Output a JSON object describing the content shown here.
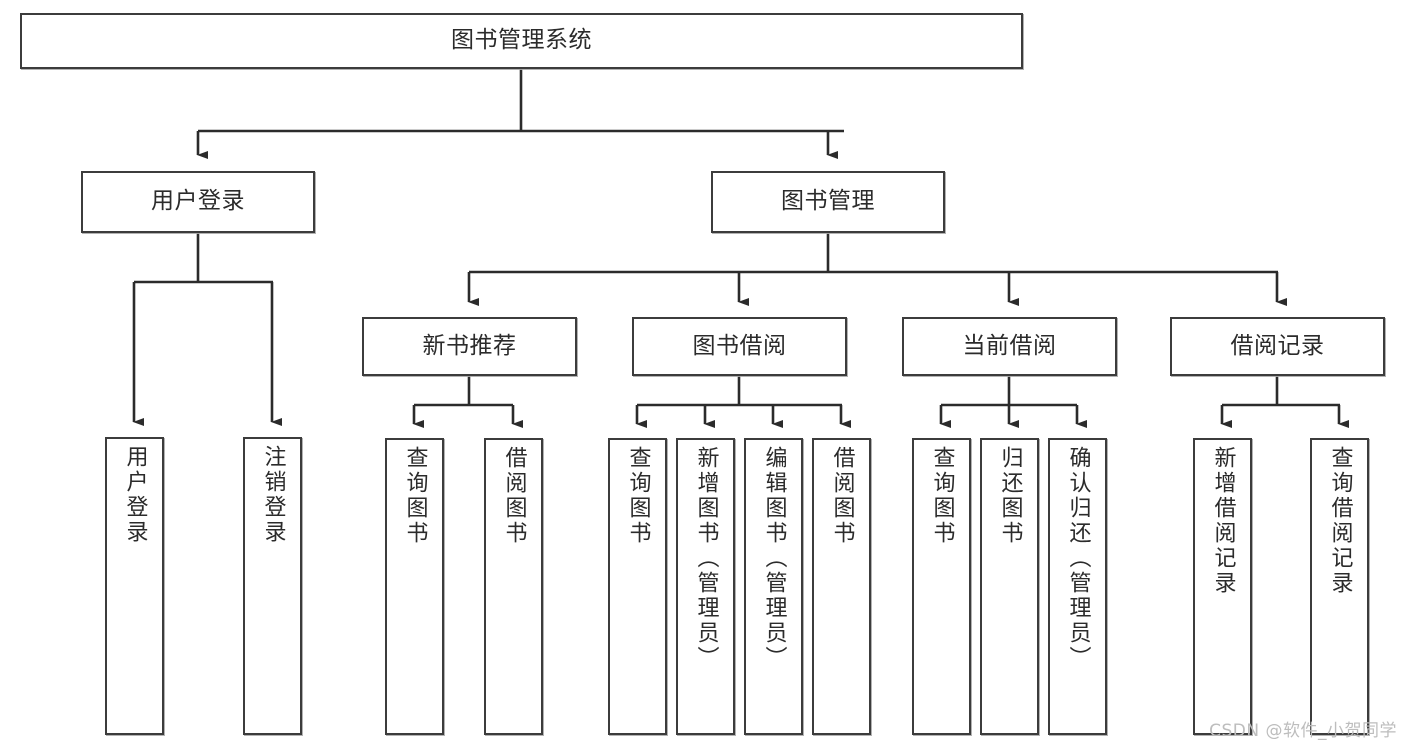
{
  "diagram": {
    "title": "图书管理系统",
    "type": "tree-hierarchy-chart",
    "watermark": "CSDN @软件_小贺同学",
    "colors": {
      "box_border": "#3c3c3c",
      "box_fill": "#ffffff",
      "connector": "#2b2b2b",
      "text": "#2b2b2b",
      "watermark": "#bdbdbd",
      "background": "#ffffff"
    },
    "root": {
      "id": "root",
      "label": "图书管理系统"
    },
    "level2": [
      {
        "id": "n-user-login",
        "label": "用户登录"
      },
      {
        "id": "n-book-manage",
        "label": "图书管理"
      }
    ],
    "level3": [
      {
        "id": "n-new-book-rec",
        "label": "新书推荐"
      },
      {
        "id": "n-book-borrow",
        "label": "图书借阅"
      },
      {
        "id": "n-current-borrow",
        "label": "当前借阅"
      },
      {
        "id": "n-borrow-record",
        "label": "借阅记录"
      }
    ],
    "leaves": {
      "user_login": [
        {
          "id": "leaf-user-login",
          "label": "用户登录"
        },
        {
          "id": "leaf-logout-login",
          "label": "注销登录"
        }
      ],
      "new_book_rec": [
        {
          "id": "leaf-query-book-1",
          "label": "查询图书"
        },
        {
          "id": "leaf-borrow-book-1",
          "label": "借阅图书"
        }
      ],
      "book_borrow": [
        {
          "id": "leaf-query-book-2",
          "label": "查询图书"
        },
        {
          "id": "leaf-add-book",
          "label": "新增图书（管理员）"
        },
        {
          "id": "leaf-edit-book",
          "label": "编辑图书（管理员）"
        },
        {
          "id": "leaf-borrow-book-2",
          "label": "借阅图书"
        }
      ],
      "current_borrow": [
        {
          "id": "leaf-query-book-3",
          "label": "查询图书"
        },
        {
          "id": "leaf-return-book",
          "label": "归还图书"
        },
        {
          "id": "leaf-confirm-return",
          "label": "确认归还（管理员）"
        }
      ],
      "borrow_record": [
        {
          "id": "leaf-add-record",
          "label": "新增借阅记录"
        },
        {
          "id": "leaf-query-record",
          "label": "查询借阅记录"
        }
      ]
    }
  }
}
